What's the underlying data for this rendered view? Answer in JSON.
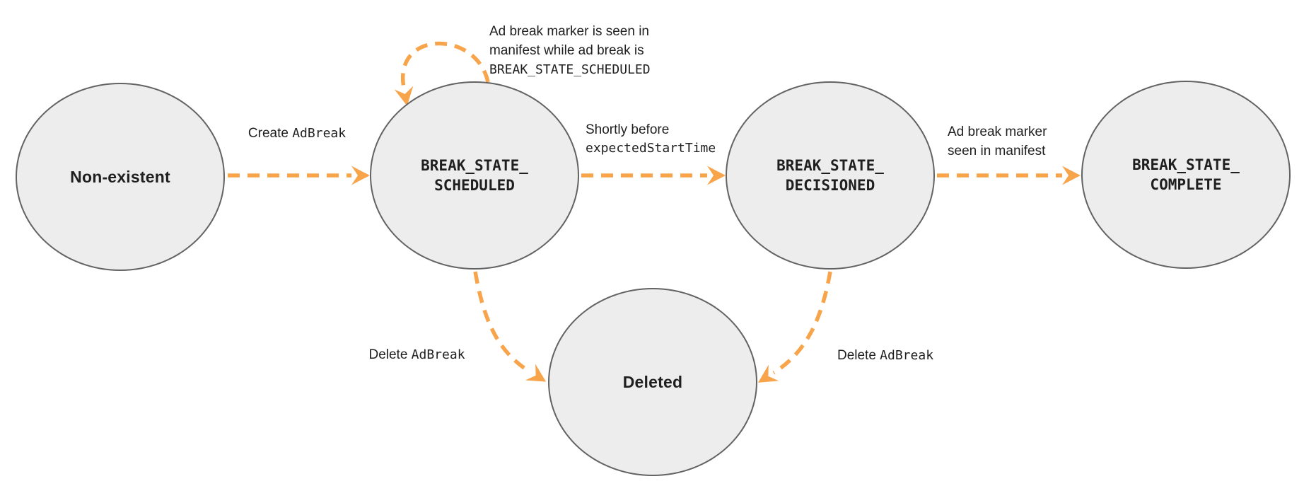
{
  "colors": {
    "background": "#ffffff",
    "node_fill": "#ededed",
    "node_border": "#636363",
    "arrow": "#f7a44b",
    "text": "#1f1f1f"
  },
  "nodes": {
    "non_existent": {
      "label": "Non-existent"
    },
    "scheduled": {
      "line1": "BREAK_STATE_",
      "line2": "SCHEDULED"
    },
    "decisioned": {
      "line1": "BREAK_STATE_",
      "line2": "DECISIONED"
    },
    "complete": {
      "line1": "BREAK_STATE_",
      "line2": "COMPLETE"
    },
    "deleted": {
      "label": "Deleted"
    }
  },
  "edges": {
    "create": {
      "plain": "Create",
      "code": "AdBreak"
    },
    "self_loop": {
      "line1": "Ad break marker is seen in",
      "line2": "manifest while ad break is",
      "code": "BREAK_STATE_SCHEDULED"
    },
    "decision": {
      "plain": "Shortly before",
      "code": "expectedStartTime"
    },
    "complete": {
      "line1": "Ad break marker",
      "line2": "seen in manifest"
    },
    "delete_left": {
      "plain": "Delete",
      "code": "AdBreak"
    },
    "delete_right": {
      "plain": "Delete",
      "code": "AdBreak"
    }
  }
}
